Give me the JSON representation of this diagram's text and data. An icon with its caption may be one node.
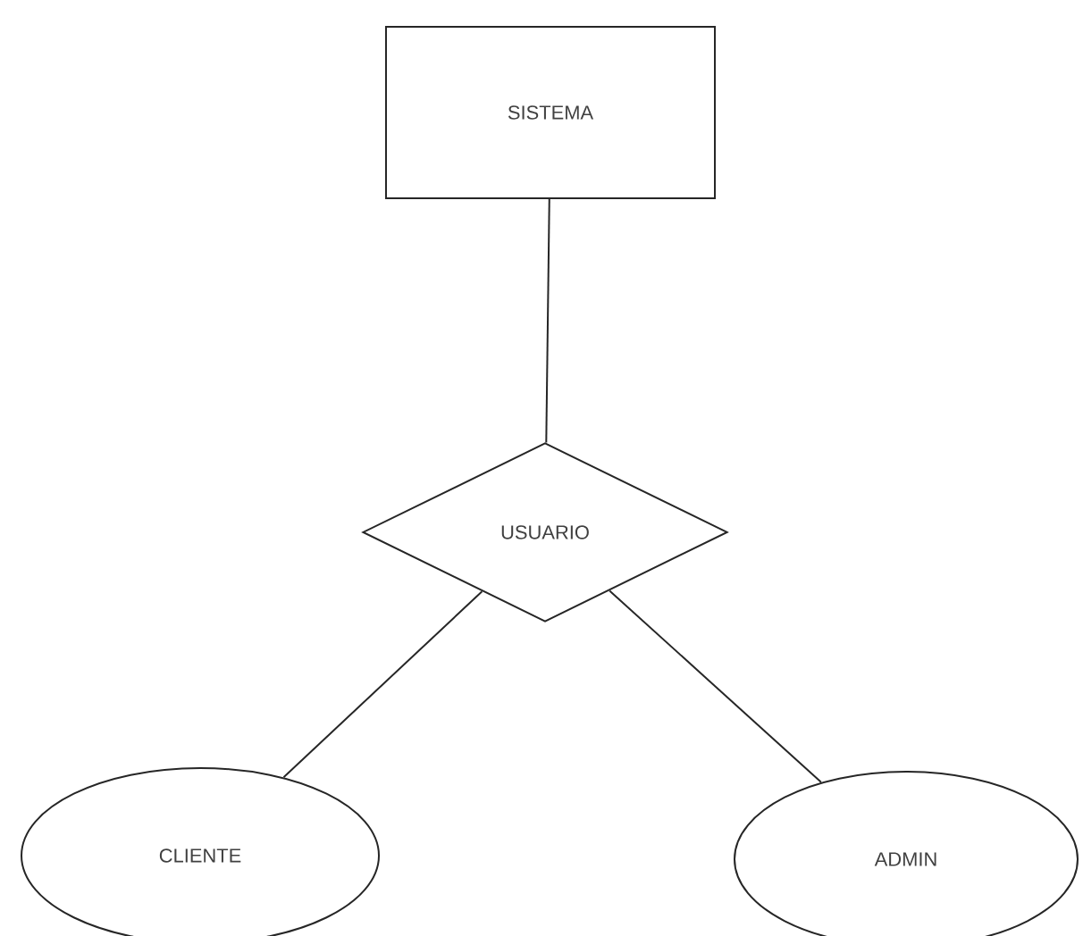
{
  "diagram": {
    "nodes": [
      {
        "text": [
          "SISTEMA"
        ]
      },
      {
        "text": [
          "USUARIO"
        ]
      },
      {
        "text": [
          "CLIENTE"
        ]
      },
      {
        "text": [
          "ADMIN"
        ]
      }
    ],
    "edges": [
      {
        "from": 0,
        "to": 1,
        "arrow": "none"
      },
      {
        "from": 1,
        "to": 2,
        "arrow": "none"
      },
      {
        "from": 1,
        "to": 3,
        "arrow": "none"
      }
    ]
  }
}
